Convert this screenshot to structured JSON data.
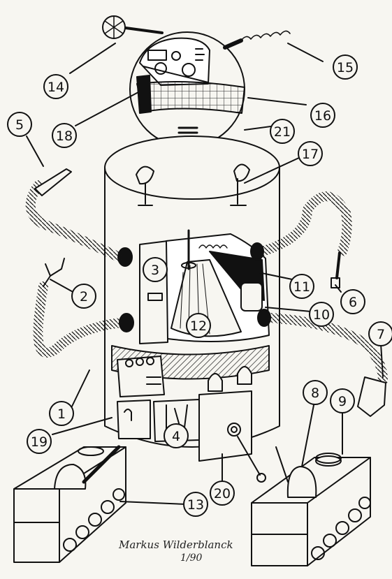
{
  "signature": {
    "name": "Markus Wilderblanck",
    "date": "1/90"
  },
  "callouts": [
    {
      "label": "1"
    },
    {
      "label": "2"
    },
    {
      "label": "3"
    },
    {
      "label": "4"
    },
    {
      "label": "5"
    },
    {
      "label": "6"
    },
    {
      "label": "7"
    },
    {
      "label": "8"
    },
    {
      "label": "9"
    },
    {
      "label": "10"
    },
    {
      "label": "11"
    },
    {
      "label": "12"
    },
    {
      "label": "13"
    },
    {
      "label": "14"
    },
    {
      "label": "15"
    },
    {
      "label": "16"
    },
    {
      "label": "17"
    },
    {
      "label": "18"
    },
    {
      "label": "19"
    },
    {
      "label": "20"
    },
    {
      "label": "21"
    }
  ],
  "colors": {
    "paper": "#f7f6f1",
    "ink": "#111111"
  }
}
